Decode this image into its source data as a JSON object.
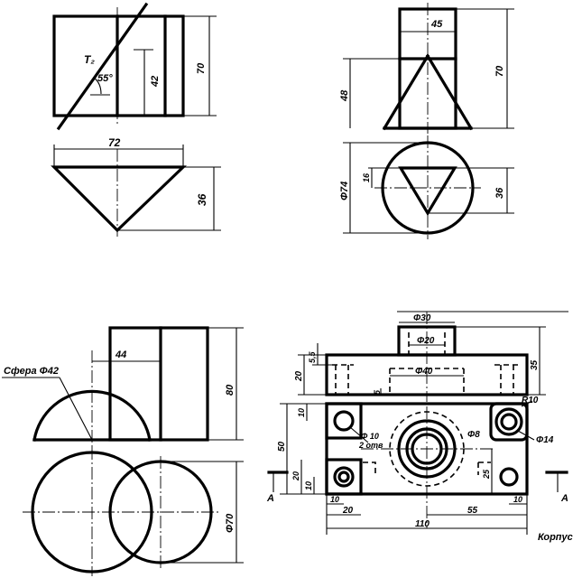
{
  "fig1": {
    "front_height": "70",
    "section_height": "42",
    "angle": "55°",
    "plane_label": "T₂",
    "base_width": "72",
    "cone_height": "36"
  },
  "fig2": {
    "prism_width": "45",
    "prism_height": "70",
    "cut_height": "48",
    "diameter": "Φ74",
    "offset": "16",
    "triangle_height": "36"
  },
  "fig3": {
    "sphere_label": "Сфера Φ42",
    "offset": "44",
    "cylinder_height": "80",
    "cylinder_diameter": "Φ70"
  },
  "fig4": {
    "d30": "Φ30",
    "d20": "Φ20",
    "d40": "Φ40",
    "h55": "5,5",
    "h20_top": "20",
    "h35": "35",
    "depth5": "5",
    "r10": "R10",
    "v10_top": "10",
    "v50": "50",
    "v20_left": "20",
    "v10_left": "10",
    "v25": "25",
    "hole10": "Φ 10",
    "holes2": "2 отв",
    "d8": "Φ8",
    "d14": "Φ14",
    "w10_left": "10",
    "w20": "20",
    "w10_right": "10",
    "w110": "110",
    "w55": "55",
    "section_a_left": "A",
    "section_a_right": "A",
    "title": "Корпус"
  }
}
